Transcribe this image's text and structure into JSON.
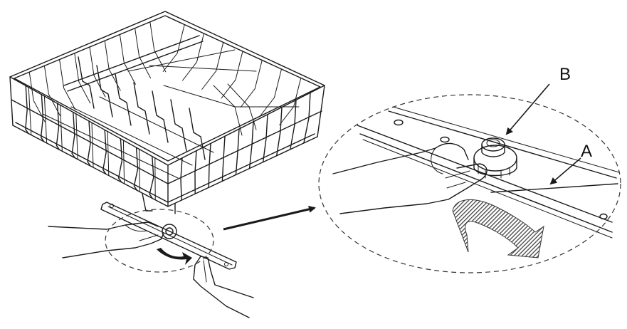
{
  "labels": {
    "callout_b": "B",
    "callout_a": "A"
  },
  "colors": {
    "line": "#1a1a1a",
    "arrow_fill": "#555555",
    "background": "#ffffff"
  },
  "icons": [
    "dish-rack-illustration",
    "spray-arm-illustration",
    "rotation-arrow-icon",
    "pointer-arrow-icon"
  ]
}
